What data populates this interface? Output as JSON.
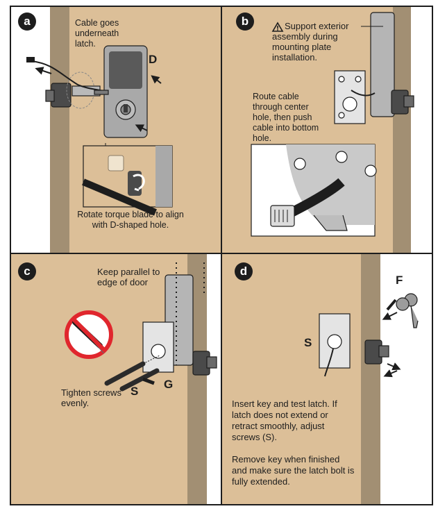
{
  "panels": {
    "a": {
      "badge": "a",
      "cable_note": "Cable goes underneath latch.",
      "callout_label": "D",
      "inset_caption": "Rotate torque blade to align with D-shaped hole."
    },
    "b": {
      "badge": "b",
      "support_note": "Support exterior assembly during mounting plate installation.",
      "route_note": "Route cable through center hole, then push cable into bottom hole."
    },
    "c": {
      "badge": "c",
      "parallel_note": "Keep parallel to edge of door",
      "tighten_note": "Tighten screws evenly.",
      "label_s": "S",
      "label_g": "G"
    },
    "d": {
      "badge": "d",
      "label_f": "F",
      "label_s": "S",
      "test_note": "Insert key and test latch. If latch does not extend or retract smoothly, adjust screws (S).",
      "finish_note": "Remove key when finished and make sure the latch bolt is fully extended."
    }
  },
  "colors": {
    "door_face": "#dcbf98",
    "door_edge": "#a28f73",
    "lock_body": "#9c9c9c",
    "keypad": "#5a5a5a",
    "no_sign": "#e0262d",
    "ink": "#1d1d1d"
  },
  "icons": [
    "warning-icon",
    "no-power-drill-icon",
    "key-icon",
    "arrow-icon"
  ]
}
